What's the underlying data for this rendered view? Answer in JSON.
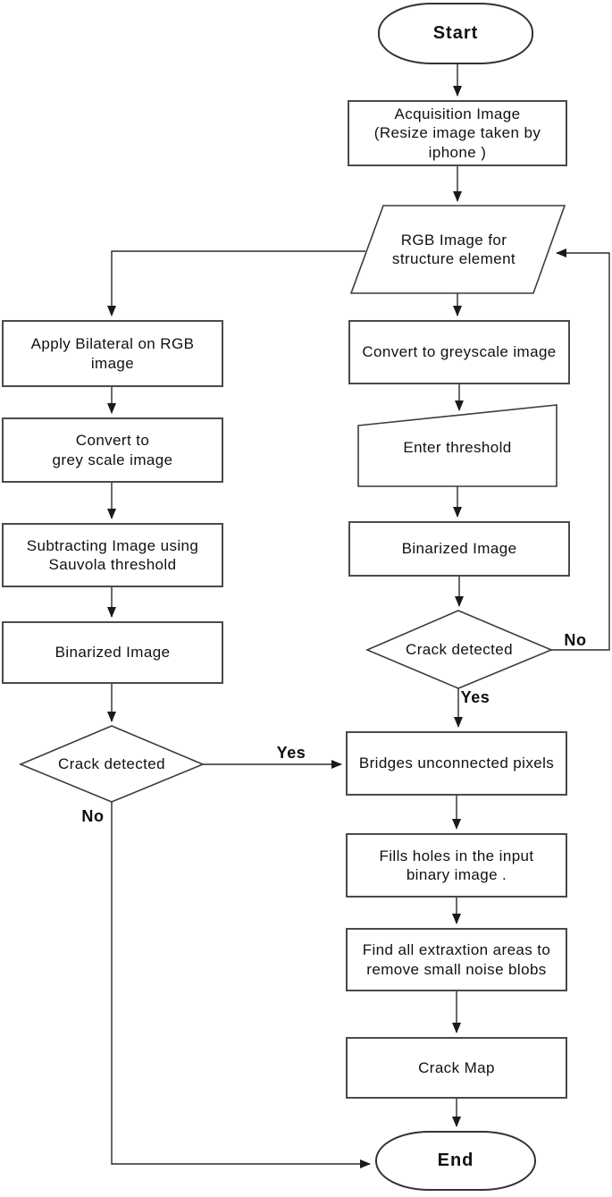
{
  "diagram": {
    "type": "flowchart",
    "colors": {
      "ink": "#1a1a1a",
      "box_border": "#4a4a4a",
      "background": "#ffffff"
    },
    "nodes": {
      "start": {
        "shape": "terminator",
        "lines": [
          "Start"
        ]
      },
      "acquisition": {
        "shape": "process",
        "lines": [
          "Acquisition Image",
          "(Resize image taken by",
          "iphone )"
        ]
      },
      "rgb_input": {
        "shape": "parallelogram",
        "lines": [
          "RGB Image for",
          "structure element"
        ]
      },
      "apply_bilateral": {
        "shape": "process",
        "lines": [
          "Apply Bilateral on RGB",
          "image"
        ]
      },
      "convert_grey_left": {
        "shape": "process",
        "lines": [
          "Convert to",
          "grey scale image"
        ]
      },
      "subtracting": {
        "shape": "process",
        "lines": [
          "Subtracting Image using",
          "Sauvola threshold"
        ]
      },
      "binarized_left": {
        "shape": "process",
        "lines": [
          "Binarized Image"
        ]
      },
      "crack_detected_left": {
        "shape": "decision",
        "lines": [
          "Crack detected"
        ]
      },
      "convert_grey_right": {
        "shape": "process",
        "lines": [
          "Convert to greyscale image"
        ]
      },
      "enter_threshold": {
        "shape": "manual-input",
        "lines": [
          "Enter threshold"
        ]
      },
      "binarized_right": {
        "shape": "process",
        "lines": [
          "Binarized Image"
        ]
      },
      "crack_detected_right": {
        "shape": "decision",
        "lines": [
          "Crack detected"
        ]
      },
      "bridges": {
        "shape": "process",
        "lines": [
          "Bridges unconnected pixels"
        ]
      },
      "fills_holes": {
        "shape": "process",
        "lines": [
          "Fills holes in the input",
          "binary image ."
        ]
      },
      "find_areas": {
        "shape": "process",
        "lines": [
          "Find all extraxtion areas to",
          "remove small noise blobs"
        ]
      },
      "crack_map": {
        "shape": "process",
        "lines": [
          "Crack Map"
        ]
      },
      "end": {
        "shape": "terminator",
        "lines": [
          "End"
        ]
      }
    },
    "edge_labels": {
      "yes_left": "Yes",
      "no_left": "No",
      "yes_right": "Yes",
      "no_right": "No"
    }
  }
}
